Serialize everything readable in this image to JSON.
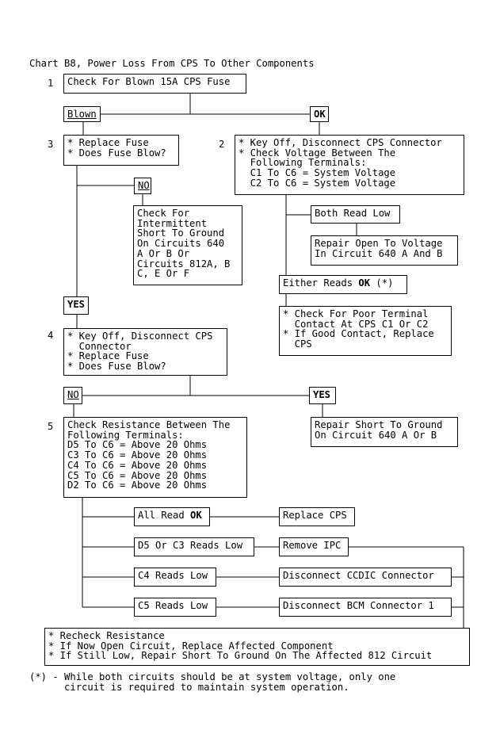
{
  "title": "Chart B8, Power Loss From CPS To Other Components",
  "step_numbers": {
    "s1": "1",
    "s2": "2",
    "s3": "3",
    "s4": "4",
    "s5": "5"
  },
  "step1": {
    "text": "Check For Blown 15A CPS Fuse"
  },
  "branch1": {
    "blown": "Blown",
    "ok": "OK"
  },
  "step3": {
    "lines": [
      "* Replace Fuse",
      "* Does Fuse Blow?"
    ]
  },
  "step3_no": "NO",
  "intermittent": {
    "lines": [
      "Check For",
      "Intermittent",
      "Short To Ground",
      "On Circuits 640",
      "A Or B Or",
      "Circuits 812A, B",
      "C, E Or F"
    ]
  },
  "step3_yes": "YES",
  "step2": {
    "lines": [
      "* Key Off, Disconnect CPS Connector",
      "* Check Voltage Between The",
      "  Following Terminals:",
      "  C1 To C6 = System Voltage",
      "  C2 To C6 = System Voltage"
    ]
  },
  "both_read_low": "Both Read Low",
  "repair_open": {
    "lines": [
      "Repair Open To Voltage",
      "In Circuit 640 A And B"
    ]
  },
  "either_reads": {
    "prefix": "Either Reads ",
    "bold": "OK",
    "suffix": " (*)"
  },
  "check_poor": {
    "lines": [
      "* Check For Poor Terminal",
      "  Contact At CPS C1 Or C2",
      "* If Good Contact, Replace",
      "  CPS"
    ]
  },
  "step4": {
    "lines": [
      "* Key Off, Disconnect CPS",
      "  Connector",
      "* Replace Fuse",
      "* Does Fuse Blow?"
    ]
  },
  "branch4": {
    "no": "NO",
    "yes": "YES"
  },
  "repair_short": {
    "lines": [
      "Repair Short To Ground",
      "On Circuit 640 A Or B"
    ]
  },
  "step5": {
    "lines": [
      "Check Resistance Between The",
      "Following Terminals:",
      "D5 To C6 = Above 20 Ohms",
      "C3 To C6 = Above 20 Ohms",
      "C4 To C6 = Above 20 Ohms",
      "C5 To C6 = Above 20 Ohms",
      "D2 To C6 = Above 20 Ohms"
    ]
  },
  "results": {
    "all_read": {
      "prefix": "All Read ",
      "bold": "OK"
    },
    "d5_c3": "D5 Or C3 Reads Low",
    "c4": "C4 Reads Low",
    "c5": "C5 Reads Low"
  },
  "actions": {
    "replace_cps": "Replace CPS",
    "remove_ipc": "Remove IPC",
    "disconnect_ccdic": "Disconnect CCDIC Connector",
    "disconnect_bcm": "Disconnect BCM Connector 1"
  },
  "recheck": {
    "lines": [
      "* Recheck Resistance",
      "* If Now Open Circuit, Replace Affected Component",
      "* If Still Low, Repair Short To Ground On The Affected 812 Circuit"
    ]
  },
  "footnote": {
    "lines": [
      "(*) - While both circuits should be at system voltage, only one",
      "      circuit is required to maintain system operation."
    ]
  }
}
